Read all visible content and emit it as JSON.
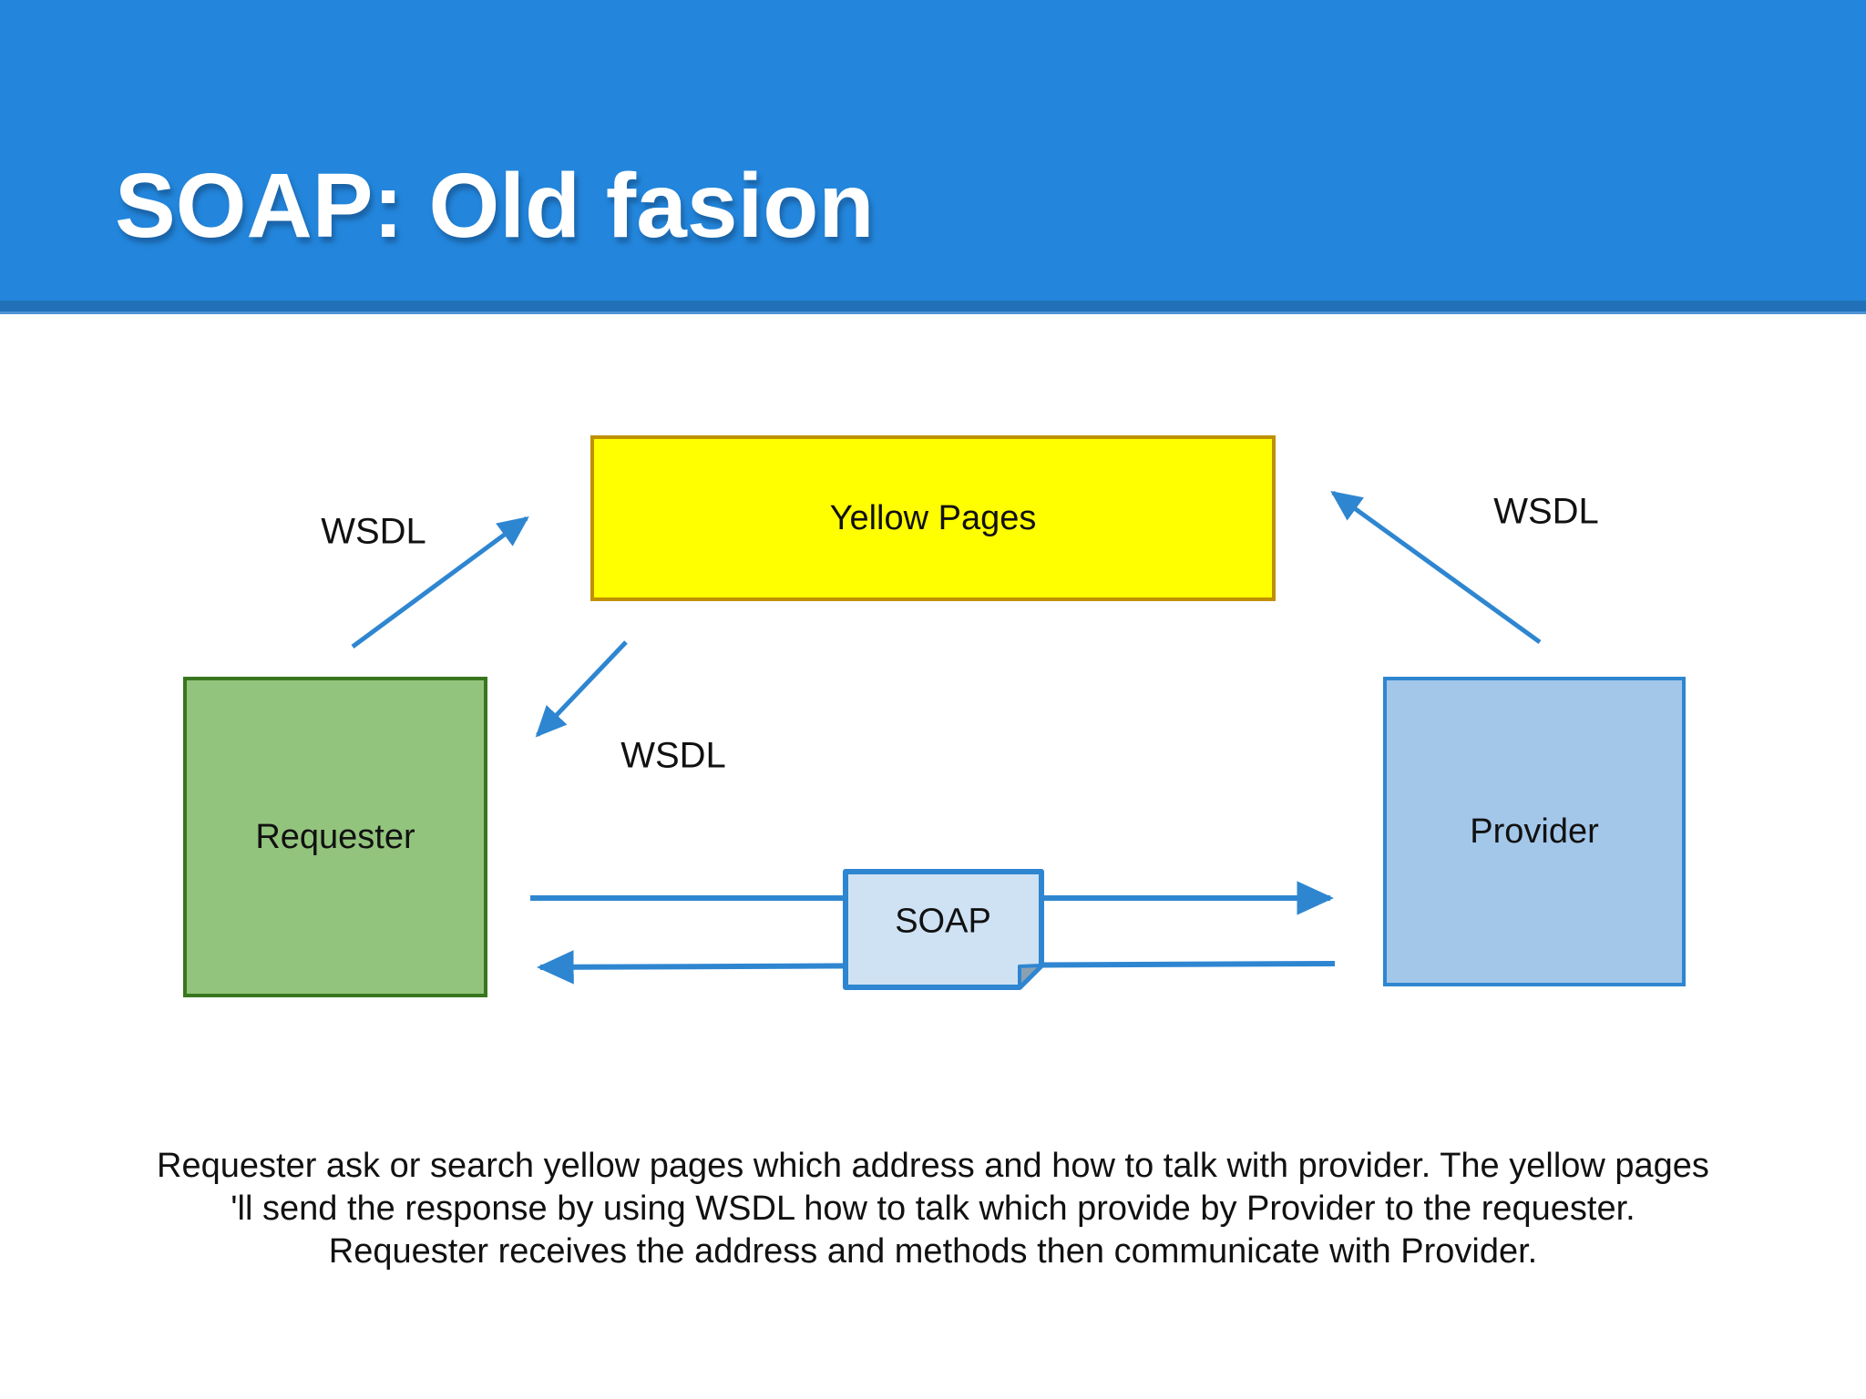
{
  "slide": {
    "title": "SOAP: Old fasion",
    "title_color": "#FFFFFF",
    "header_color": "#2386DC",
    "header_band_color": "#2271B8"
  },
  "diagram": {
    "arrow_color": "#2E86D1",
    "nodes": {
      "yellow_pages": {
        "label": "Yellow Pages",
        "fill": "#FFFF00",
        "border": "#BF9000"
      },
      "requester": {
        "label": "Requester",
        "fill": "#93C47D",
        "border": "#38761D"
      },
      "provider": {
        "label": "Provider",
        "fill": "#A3C7E9",
        "border": "#2E86D1"
      },
      "soap": {
        "label": "SOAP",
        "fill": "#CFE2F3",
        "border": "#2E86D1"
      }
    },
    "edge_labels": {
      "wsdl_left": "WSDL",
      "wsdl_middle": "WSDL",
      "wsdl_right": "WSDL"
    }
  },
  "caption": {
    "lines": [
      "Requester ask or search yellow pages which address and how to talk with provider. The yellow pages",
      "'ll send the response by using WSDL how to talk which provide by Provider to the requester.",
      "Requester receives the address and methods then communicate with Provider."
    ]
  }
}
